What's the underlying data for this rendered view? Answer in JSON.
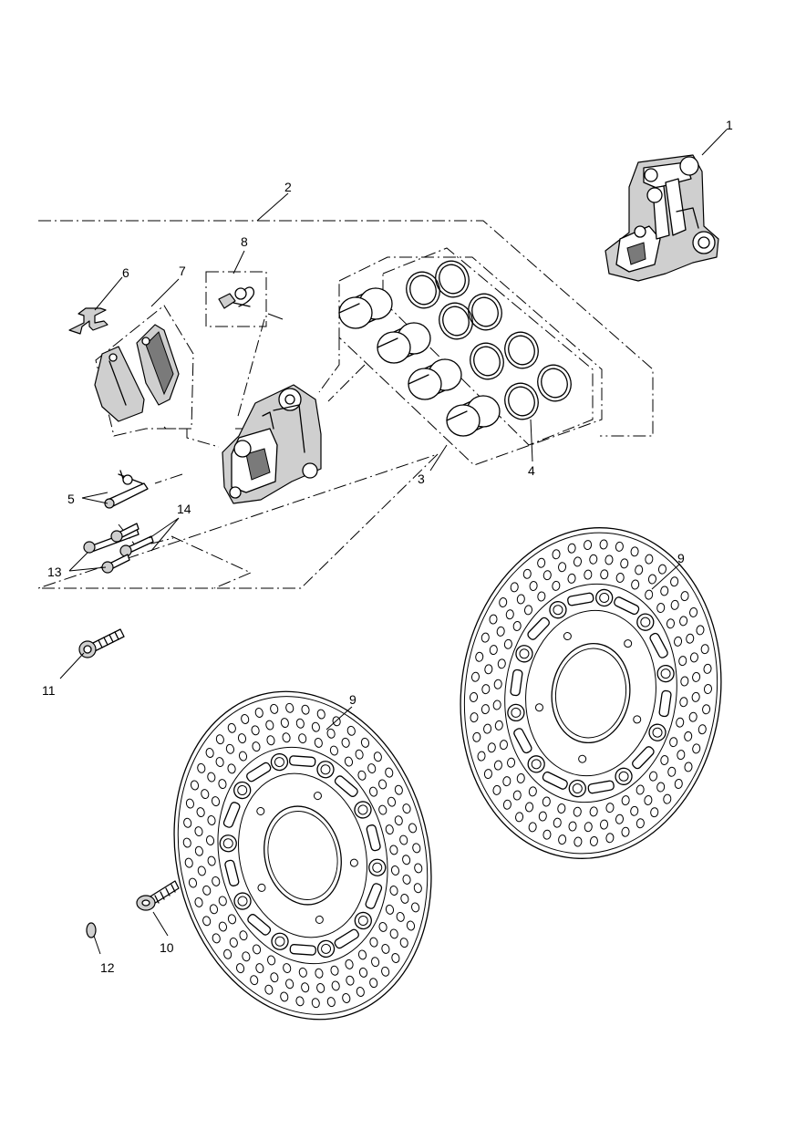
{
  "callouts": [
    {
      "id": "c1",
      "label": "1"
    },
    {
      "id": "c2",
      "label": "2"
    },
    {
      "id": "c3",
      "label": "3"
    },
    {
      "id": "c4",
      "label": "4"
    },
    {
      "id": "c5",
      "label": "5"
    },
    {
      "id": "c6",
      "label": "6"
    },
    {
      "id": "c7",
      "label": "7"
    },
    {
      "id": "c8",
      "label": "8"
    },
    {
      "id": "c9a",
      "label": "9"
    },
    {
      "id": "c9b",
      "label": "9"
    },
    {
      "id": "c10",
      "label": "10"
    },
    {
      "id": "c11",
      "label": "11"
    },
    {
      "id": "c12",
      "label": "12"
    },
    {
      "id": "c13",
      "label": "13"
    },
    {
      "id": "c14",
      "label": "14"
    }
  ]
}
